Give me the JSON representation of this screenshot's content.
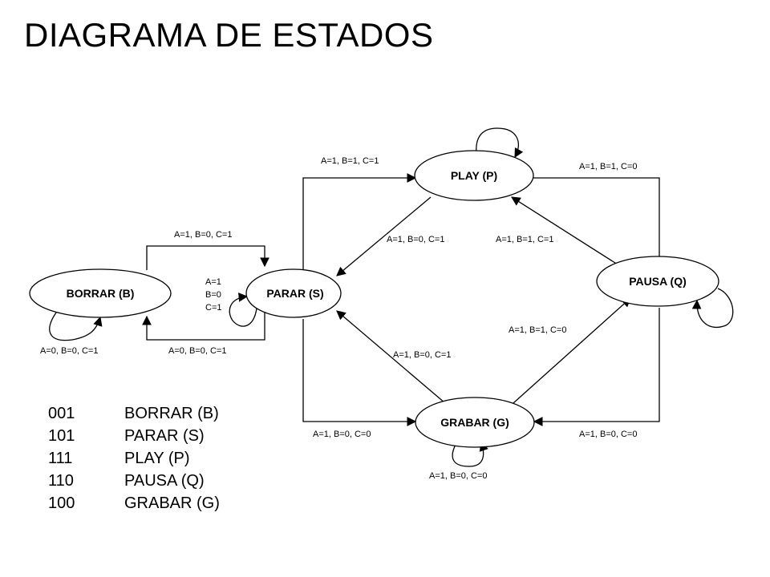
{
  "title": "DIAGRAMA DE ESTADOS",
  "colors": {
    "line": "#000000",
    "node_fill": "#ffffff",
    "background": "#ffffff"
  },
  "states": {
    "borrar": "BORRAR (B)",
    "parar": "PARAR (S)",
    "play": "PLAY (P)",
    "pausa": "PAUSA (Q)",
    "grabar": "GRABAR (G)"
  },
  "transitions": {
    "borrar_self": "A=0, B=0, C=1",
    "borrar_to_parar": "A=1, B=0, C=1",
    "parar_to_borrar": "A=0, B=0, C=1",
    "parar_self_a": "A=1",
    "parar_self_b": "B=0",
    "parar_self_c": "C=1",
    "parar_to_play": "A=1, B=1, C=1",
    "play_to_parar": "A=1, B=0, C=1",
    "play_to_pausa": "A=1, B=1, C=0",
    "pausa_to_play": "A=1, B=1, C=1",
    "grabar_to_pausa": "A=1, B=1, C=0",
    "grabar_to_parar": "A=1, B=0, C=1",
    "parar_to_grabar": "A=1, B=0, C=0",
    "pausa_to_grabar": "A=1, B=0, C=0",
    "grabar_self": "A=1, B=0, C=0"
  },
  "legend": [
    {
      "code": "001",
      "state": "BORRAR (B)"
    },
    {
      "code": "101",
      "state": "PARAR (S)"
    },
    {
      "code": "111",
      "state": "PLAY (P)"
    },
    {
      "code": "110",
      "state": "PAUSA (Q)"
    },
    {
      "code": "100",
      "state": "GRABAR (G)"
    }
  ]
}
